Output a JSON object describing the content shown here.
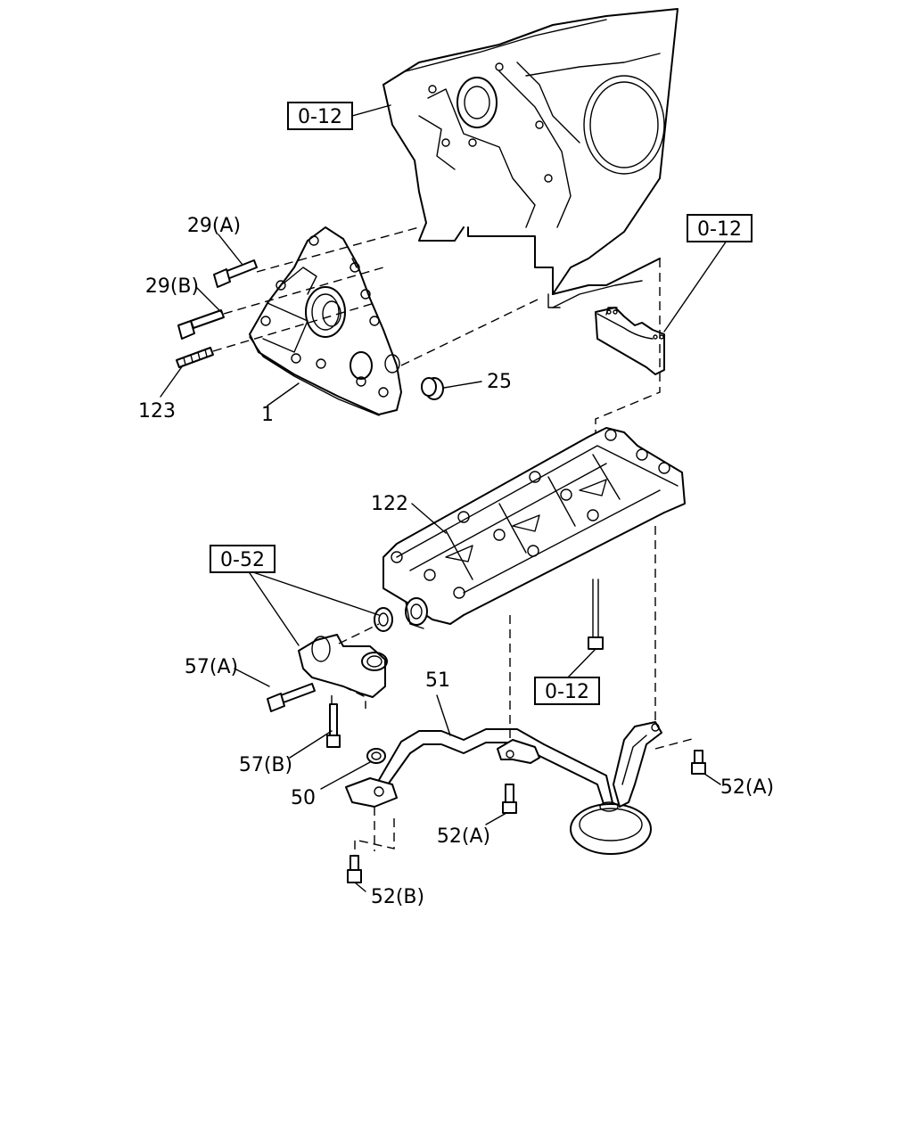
{
  "refs": {
    "ref_top": "0-12",
    "ref_right": "0-12",
    "ref_strainer": "0-52",
    "ref_bottom": "0-12"
  },
  "parts": {
    "p29a": "29(A)",
    "p29b": "29(B)",
    "p123": "123",
    "p1": "1",
    "p25": "25",
    "p122": "122",
    "p57a": "57(A)",
    "p57b": "57(B)",
    "p51": "51",
    "p50": "50",
    "p52a_center": "52(A)",
    "p52a_right": "52(A)",
    "p52b": "52(B)"
  }
}
